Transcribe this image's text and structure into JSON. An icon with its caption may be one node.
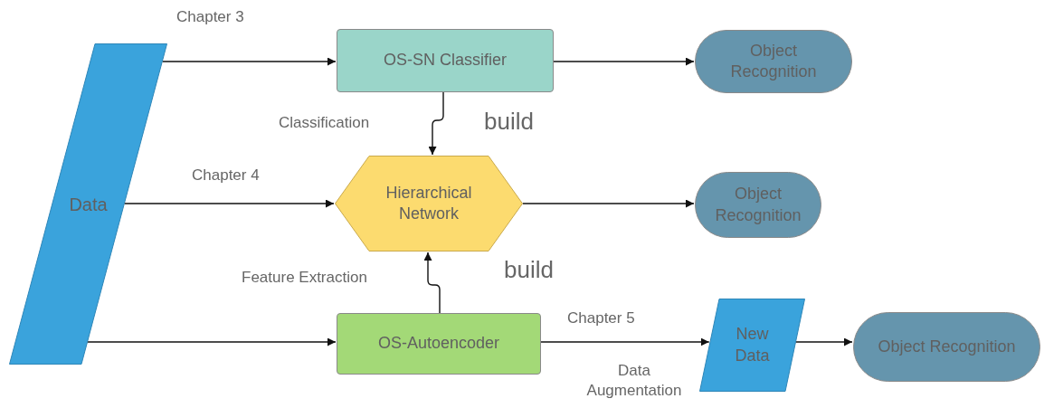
{
  "diagram": {
    "nodes": [
      {
        "text": [
          "Data"
        ]
      },
      {
        "text": [
          "OS-SN Classifier"
        ]
      },
      {
        "text": [
          "Object Recognition"
        ]
      },
      {
        "text": [
          "Hierarchical Network"
        ]
      },
      {
        "text": [
          "Object Recognition"
        ]
      },
      {
        "text": [
          "OS-Autoencoder"
        ]
      },
      {
        "text": [
          "New Data"
        ]
      },
      {
        "text": [
          "Object Recognition"
        ]
      }
    ],
    "edges": [
      {
        "from": 0,
        "to": 1,
        "arrow": "to",
        "label": "Chapter 3"
      },
      {
        "from": 1,
        "to": 2,
        "arrow": "to"
      },
      {
        "from": 1,
        "to": 3,
        "arrow": "to",
        "label": "Classification"
      },
      {
        "from": 0,
        "to": 3,
        "arrow": "to",
        "label": "Chapter 4"
      },
      {
        "from": 3,
        "to": 4,
        "arrow": "to"
      },
      {
        "from": 5,
        "to": 3,
        "arrow": "to",
        "label": "Feature Extraction"
      },
      {
        "from": 0,
        "to": 5,
        "arrow": "to"
      },
      {
        "from": 5,
        "to": 6,
        "arrow": "to",
        "label": "Data Augmentation"
      },
      {
        "from": 6,
        "to": 7,
        "arrow": "to"
      }
    ],
    "labels": [
      "build",
      "build",
      "Chapter 5"
    ]
  }
}
